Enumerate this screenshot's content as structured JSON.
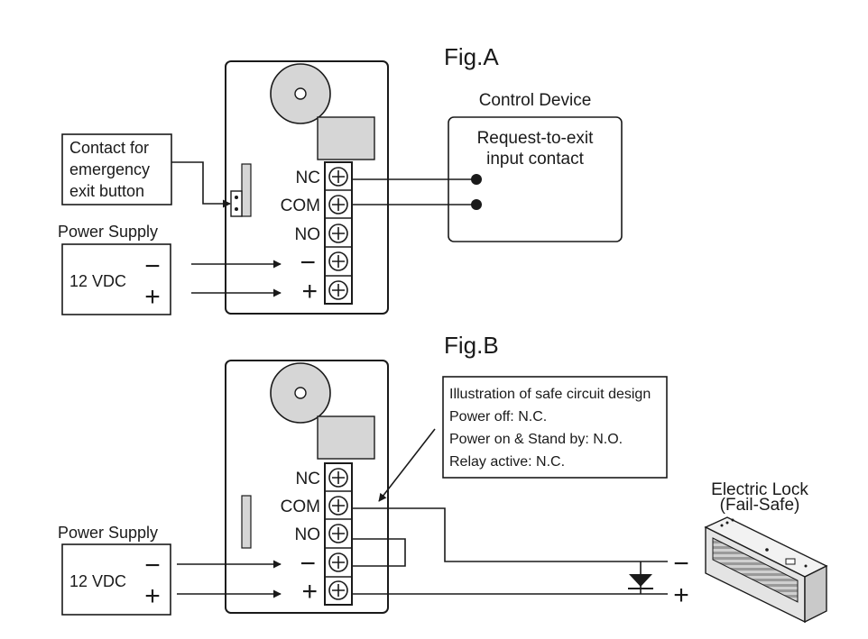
{
  "figA": {
    "title": "Fig.A",
    "contact_box": [
      "Contact for",
      "emergency",
      "exit button"
    ],
    "power_supply_label": "Power Supply",
    "supply_voltage": "12 VDC",
    "supply_minus": "−",
    "supply_plus": "+",
    "terminals": [
      "NC",
      "COM",
      "NO",
      "−",
      "+"
    ],
    "control_device_title": "Control Device",
    "control_device_text": [
      "Request-to-exit",
      "input contact"
    ]
  },
  "figB": {
    "title": "Fig.B",
    "power_supply_label": "Power Supply",
    "supply_voltage": "12 VDC",
    "supply_minus": "−",
    "supply_plus": "+",
    "terminals": [
      "NC",
      "COM",
      "NO",
      "−",
      "+"
    ],
    "callout_lines": [
      "Illustration of safe circuit design",
      "Power off: N.C.",
      "Power on & Stand by: N.O.",
      "Relay active: N.C."
    ],
    "lock_title": [
      "Electric Lock",
      "(Fail-Safe)"
    ],
    "lock_minus": "−",
    "lock_plus": "+"
  },
  "colors": {
    "ink": "#1a1a1a",
    "relay_fill": "#d6d6d6",
    "lock_body": "#e4e4e4"
  }
}
